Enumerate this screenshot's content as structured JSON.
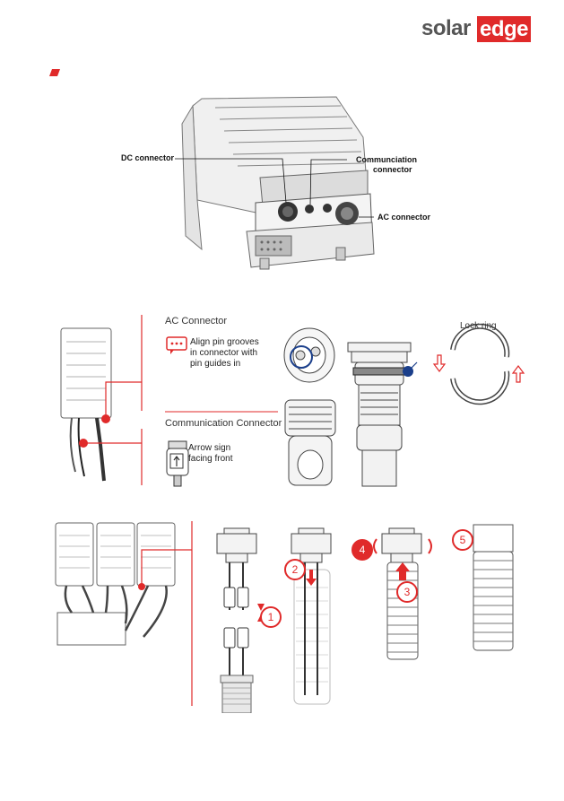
{
  "brand": {
    "part1": "solar",
    "part2": "edge"
  },
  "figure1": {
    "dc_label": "DC connector",
    "comm_label_line1": "Communciation",
    "comm_label_line2": "connector",
    "ac_label": "AC connector"
  },
  "figure2": {
    "ac_title": "AC Connector",
    "align_note_line1": "Align pin grooves",
    "align_note_line2": "in connector with",
    "align_note_line3": "pin guides in",
    "comm_title": "Communication Connector",
    "arrow_line1": "Arrow sign",
    "arrow_line2": "facing front",
    "lock_ring": "Lock ring"
  },
  "figure3": {
    "steps": [
      "1",
      "2",
      "3",
      "4",
      "5"
    ]
  },
  "colors": {
    "brand_red": "#e02a2a",
    "accent_blue": "#1b3f8b"
  }
}
